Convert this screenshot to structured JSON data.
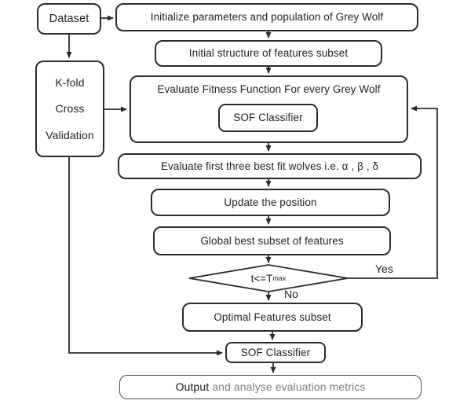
{
  "diagram": {
    "title": "Grey Wolf optimization feature selection flowchart",
    "nodes": {
      "dataset": {
        "label": "Dataset"
      },
      "init_params": {
        "label": "Initialize parameters and population of Grey Wolf"
      },
      "initial_structure": {
        "label": "Initial structure of features subset"
      },
      "kfold": {
        "line1": "K-fold",
        "line2": "Cross",
        "line3": "Validation"
      },
      "evaluate_fitness": {
        "label": "Evaluate Fitness Function For every Grey Wolf"
      },
      "sof_inner": {
        "label": "SOF Classifier"
      },
      "eval_three": {
        "label": "Evaluate first three best fit wolves i.e. α ,  β ,  δ"
      },
      "update_position": {
        "label": "Update the position"
      },
      "global_best": {
        "label": "Global best subset of features"
      },
      "decision": {
        "label_base": "t<=T",
        "label_sub": "max"
      },
      "optimal": {
        "label": "Optimal Features subset"
      },
      "sof_bottom": {
        "label": "SOF Classifier"
      },
      "output": {
        "label_strong": "Output",
        "label_rest": " and analyse evaluation metrics"
      }
    },
    "edge_labels": {
      "yes": "Yes",
      "no": "No"
    },
    "colors": {
      "stroke": "#2b2b2b",
      "text": "#1f1f1f",
      "muted_text": "#7d7d7d",
      "background": "#ffffff"
    }
  }
}
